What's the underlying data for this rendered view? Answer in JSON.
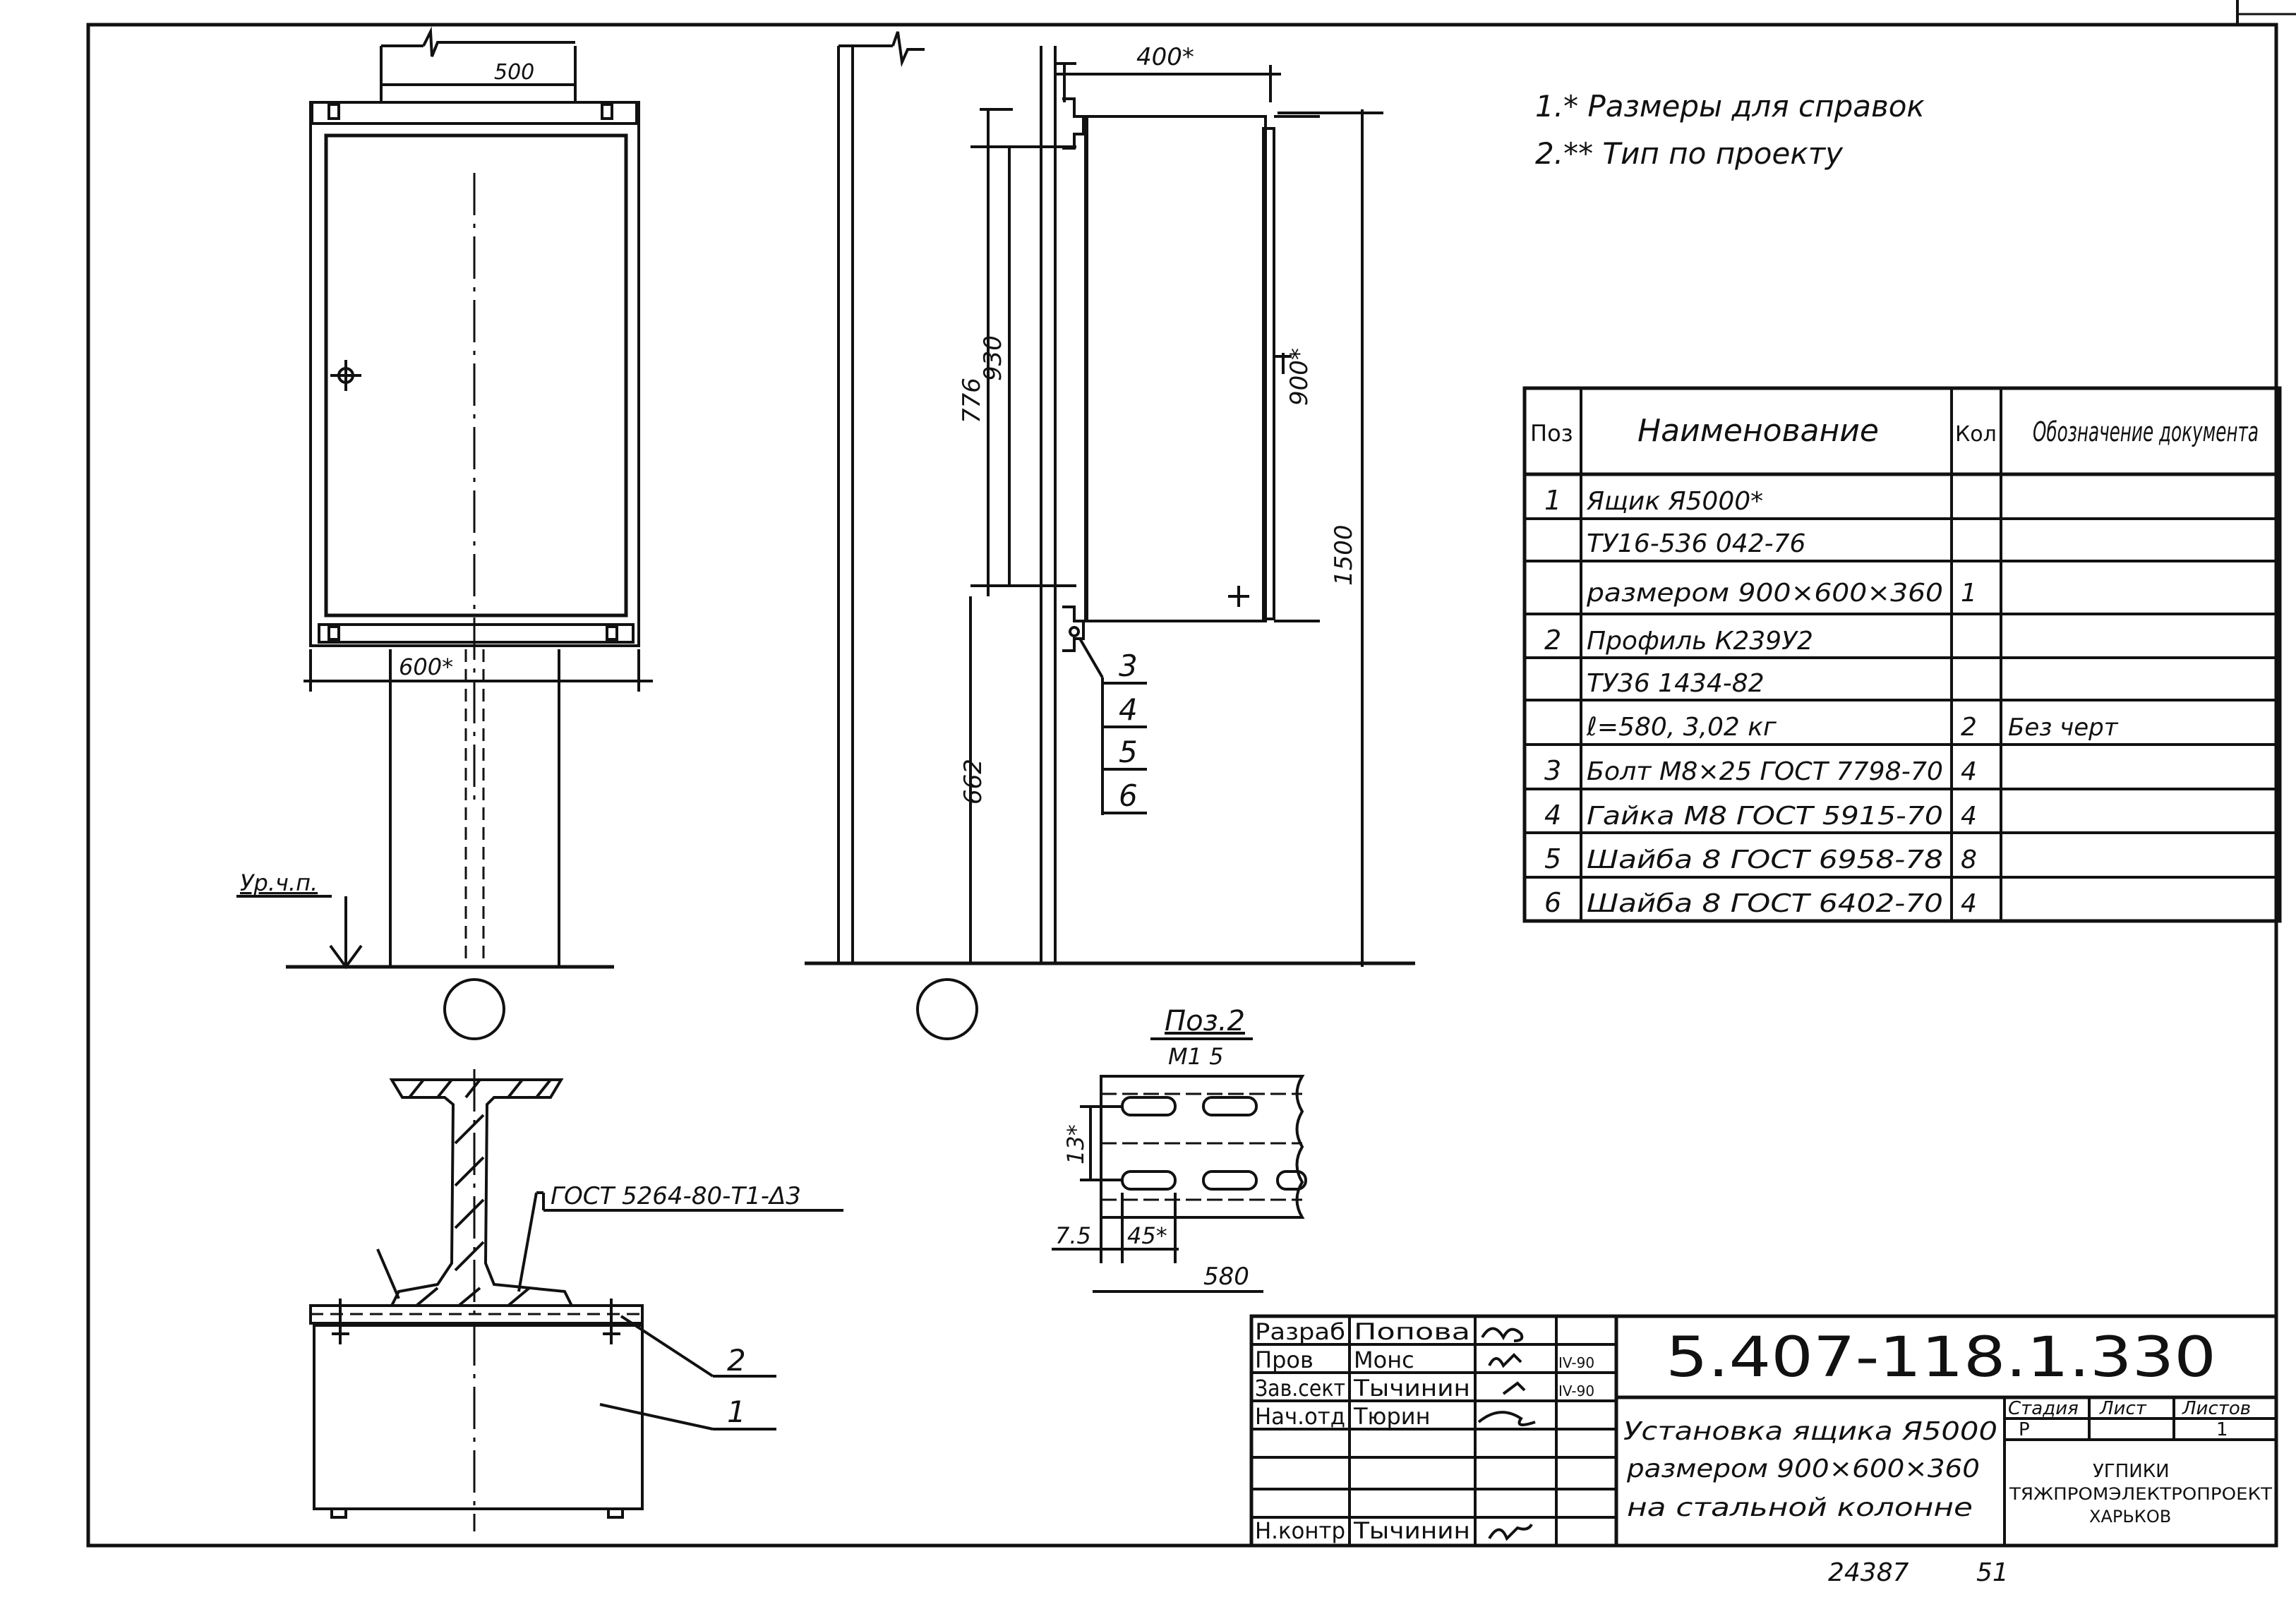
{
  "notes": [
    "1.* Размеры для справок",
    "2.** Тип по проекту"
  ],
  "front_view": {
    "dim_top": "500",
    "dim_bottom": "600*",
    "floor_label": "Ур.ч.п."
  },
  "side_view": {
    "dim_depth": "400*",
    "dim_930": "930",
    "dim_776": "776",
    "dim_900": "900*",
    "dim_1500": "1500",
    "dim_662": "662",
    "callouts": [
      "3",
      "4",
      "5",
      "6"
    ]
  },
  "section": {
    "weld_note": "ГОСТ 5264-80-Т1-Δ3",
    "callout_2": "2",
    "callout_1": "1"
  },
  "profile_detail": {
    "title": "Поз.2",
    "scale": "М1 5",
    "dim_13": "13*",
    "dim_7_5": "7.5",
    "dim_45": "45*",
    "dim_580": "580"
  },
  "spec_table": {
    "headers": {
      "pos": "Поз",
      "name": "Наименование",
      "qty": "Кол",
      "doc": "Обозначение документа"
    },
    "rows": [
      {
        "pos": "1",
        "name": "Ящик Я5000*",
        "qty": "",
        "doc": ""
      },
      {
        "pos": "",
        "name": "ТУ16-536 042-76",
        "qty": "",
        "doc": ""
      },
      {
        "pos": "",
        "name": "размером 900×600×360",
        "qty": "1",
        "doc": ""
      },
      {
        "pos": "2",
        "name": "Профиль К239У2",
        "qty": "",
        "doc": ""
      },
      {
        "pos": "",
        "name": "ТУ36 1434-82",
        "qty": "",
        "doc": ""
      },
      {
        "pos": "",
        "name": "ℓ=580, 3,02 кг",
        "qty": "2",
        "doc": "Без черт"
      },
      {
        "pos": "3",
        "name": "Болт М8×25 ГОСТ 7798-70",
        "qty": "4",
        "doc": ""
      },
      {
        "pos": "4",
        "name": "Гайка М8 ГОСТ 5915-70",
        "qty": "4",
        "doc": ""
      },
      {
        "pos": "5",
        "name": "Шайба 8 ГОСТ 6958-78",
        "qty": "8",
        "doc": ""
      },
      {
        "pos": "6",
        "name": "Шайба 8 ГОСТ 6402-70",
        "qty": "4",
        "doc": ""
      }
    ]
  },
  "title_block": {
    "doc_number": "5.407-118.1.330",
    "roles": [
      {
        "role": "Разраб",
        "name": "Попова",
        "date": ""
      },
      {
        "role": "Пров",
        "name": "Монс",
        "date": "IV-90"
      },
      {
        "role": "Зав.сект",
        "name": "Тычинин",
        "date": "IV-90"
      },
      {
        "role": "Нач.отд",
        "name": "Тюрин",
        "date": ""
      },
      {
        "role": "Н.контр",
        "name": "Тычинин",
        "date": ""
      }
    ],
    "title_lines": [
      "Установка ящика Я5000",
      "размером 900×600×360",
      "на стальной колонне"
    ],
    "stage_label": "Стадия",
    "sheet_label": "Лист",
    "sheets_label": "Листов",
    "stage": "Р",
    "sheets_total": "1",
    "org_lines": [
      "УГПИКИ",
      "ТЯЖПРОМЭЛЕКТРОПРОЕКТ",
      "ХАРЬКОВ"
    ]
  },
  "footer": {
    "inventory": "24387",
    "page": "51"
  }
}
